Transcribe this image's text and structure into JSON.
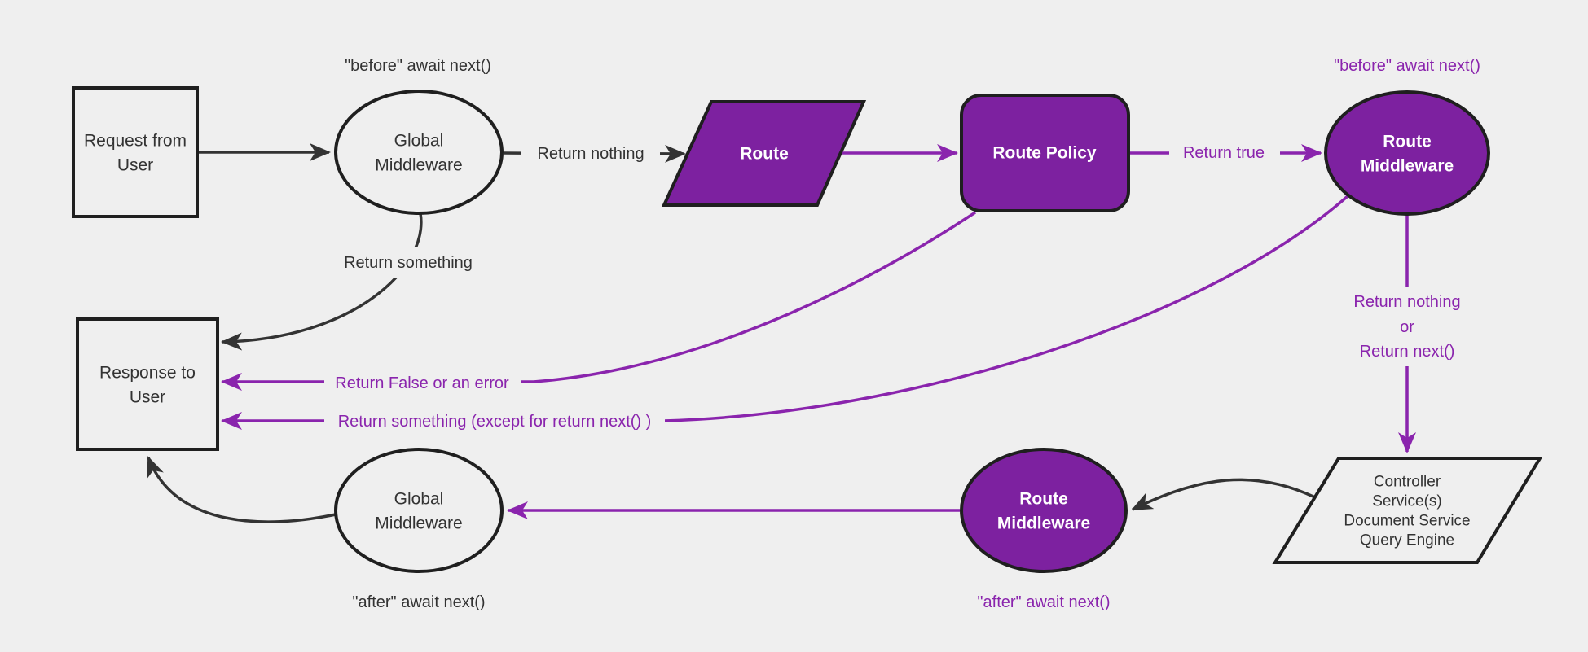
{
  "diagram": {
    "type": "flowchart",
    "colors": {
      "background": "#efefef",
      "purple_node_fill": "#7d21a0",
      "purple_edge_and_text": "#8a24ad",
      "black_edge_and_text": "#333333",
      "node_border": "#1f1f1f",
      "white_node_text": "#ffffff"
    }
  },
  "nodes": {
    "request": {
      "line1": "Request from",
      "line2": "User"
    },
    "global_middleware_top": {
      "line1": "Global",
      "line2": "Middleware"
    },
    "route": {
      "label": "Route"
    },
    "route_policy": {
      "label": "Route Policy"
    },
    "route_middleware_top": {
      "line1": "Route",
      "line2": "Middleware"
    },
    "controller": {
      "line1": "Controller",
      "line2": "Service(s)",
      "line3": "Document Service",
      "line4": "Query Engine"
    },
    "route_middleware_bottom": {
      "line1": "Route",
      "line2": "Middleware"
    },
    "global_middleware_bottom": {
      "line1": "Global",
      "line2": "Middleware"
    },
    "response": {
      "line1": "Response to",
      "line2": "User"
    }
  },
  "edge_labels": {
    "before_await_top": "\"before\" await next()",
    "return_nothing": "Return nothing",
    "return_true": "Return true",
    "before_await_right": "\"before\" await next()",
    "return_something": "Return something",
    "return_nothing_or_line1": "Return nothing",
    "return_nothing_or_line2": "or",
    "return_nothing_or_line3": "Return next()",
    "return_false_error": "Return False or an error",
    "return_something_except": "Return something (except for return next() )",
    "after_await_purple": "\"after\" await next()",
    "after_await_black": "\"after\" await next()"
  }
}
